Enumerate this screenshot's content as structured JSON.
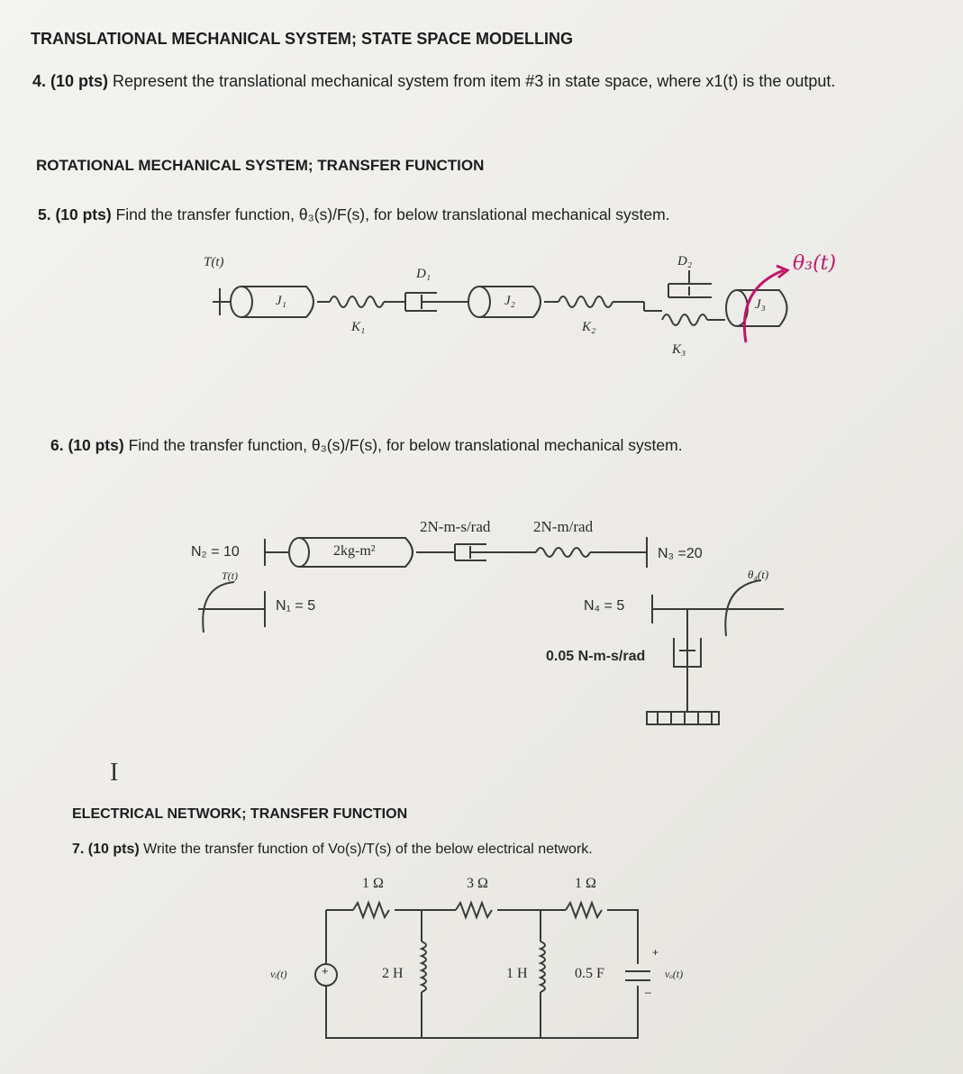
{
  "sections": {
    "translational_header": "TRANSLATIONAL MECHANICAL SYSTEM; STATE SPACE MODELLING",
    "rotational_header": "ROTATIONAL MECHANICAL SYSTEM; TRANSFER FUNCTION",
    "electrical_header": "ELECTRICAL NETWORK; TRANSFER FUNCTION"
  },
  "questions": {
    "q4": {
      "points": "4. (10 pts)",
      "text": "Represent the translational mechanical system from item #3 in state space, where x1(t) is the output."
    },
    "q5": {
      "points": "5. (10 pts)",
      "text": "Find the transfer function, θ₃(s)/F(s), for below translational mechanical system."
    },
    "q6": {
      "points": "6. (10 pts)",
      "text": "Find the transfer function, θ₃(s)/F(s), for below translational mechanical system."
    },
    "q7": {
      "points": "7. (10 pts)",
      "text": "Write the transfer function of Vo(s)/T(s) of the below electrical network."
    }
  },
  "figure5": {
    "torque": "T(t)",
    "J1": "J₁",
    "J2": "J₂",
    "J3": "J₃",
    "K1": "K₁",
    "K2": "K₂",
    "K3": "K₃",
    "D1": "D₁",
    "D2": "D₂",
    "handwritten": "θ₃(t)"
  },
  "figure6": {
    "N2": "N₂ = 10",
    "N1": "N₁ = 5",
    "torque": "T(t)",
    "inertia": "2kg-m²",
    "damper_label": "2N-m-s/rad",
    "spring_label": "2N-m/rad",
    "N3": "N₃ =20",
    "N4": "N₄ = 5",
    "output": "θ₄(t)",
    "ground_damper": "0.05 N-m-s/rad"
  },
  "figure7": {
    "r1": "1 Ω",
    "r2": "3 Ω",
    "r3": "1 Ω",
    "source": "vᵢ(t)",
    "l1": "2 H",
    "l2": "1 H",
    "cap": "0.5 F",
    "output": "vₒ(t)",
    "plus": "+",
    "minus": "–"
  },
  "cursor": "I"
}
